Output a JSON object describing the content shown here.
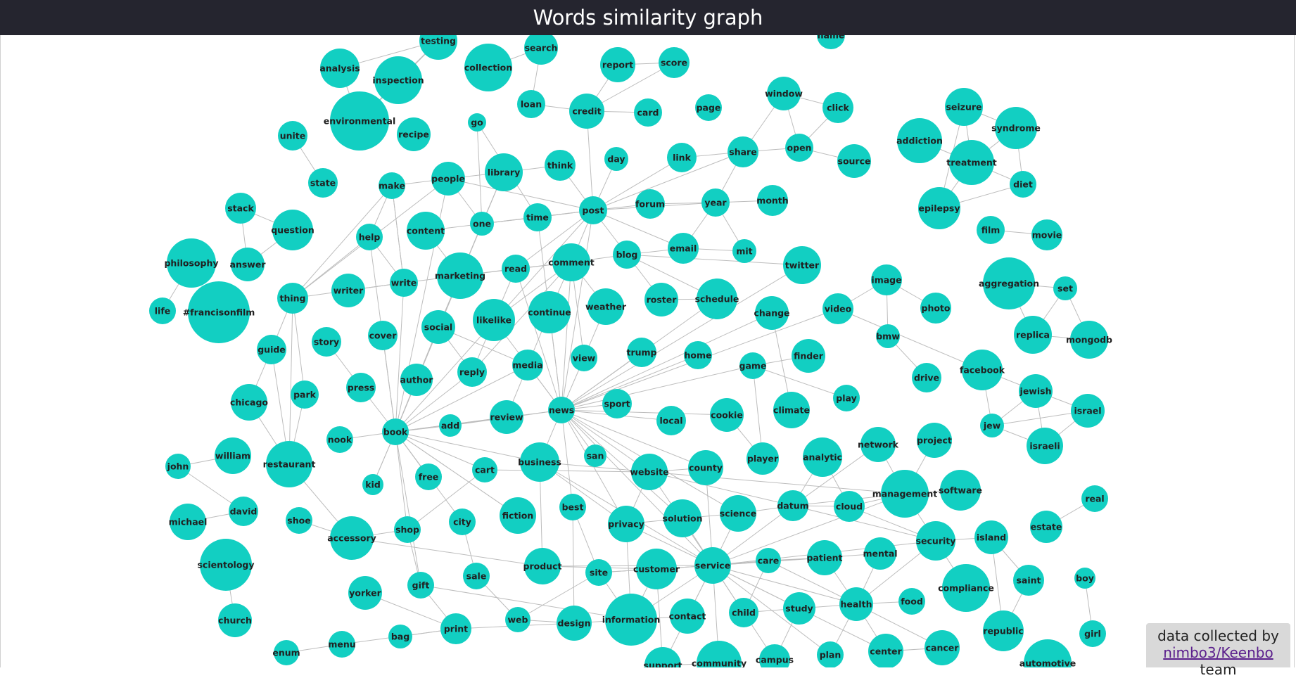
{
  "title": "Words similarity graph",
  "credit": {
    "prefix": "data collected by",
    "link_text": "nimbo3/Keenbo",
    "suffix": " team"
  },
  "colors": {
    "node": "#12cfc2",
    "edge": "#bdbdbd",
    "header": "#25252f"
  },
  "graph": {
    "nodes": [
      {
        "id": "testing"
      },
      {
        "id": "analysis"
      },
      {
        "id": "inspection"
      },
      {
        "id": "environmental"
      },
      {
        "id": "collection"
      },
      {
        "id": "search"
      },
      {
        "id": "report"
      },
      {
        "id": "score"
      },
      {
        "id": "name"
      },
      {
        "id": "loan"
      },
      {
        "id": "credit"
      },
      {
        "id": "card"
      },
      {
        "id": "page"
      },
      {
        "id": "window"
      },
      {
        "id": "click"
      },
      {
        "id": "seizure"
      },
      {
        "id": "syndrome"
      },
      {
        "id": "addiction"
      },
      {
        "id": "treatment"
      },
      {
        "id": "unite"
      },
      {
        "id": "recipe"
      },
      {
        "id": "go"
      },
      {
        "id": "day"
      },
      {
        "id": "link"
      },
      {
        "id": "share"
      },
      {
        "id": "open"
      },
      {
        "id": "source"
      },
      {
        "id": "state"
      },
      {
        "id": "make"
      },
      {
        "id": "people"
      },
      {
        "id": "library"
      },
      {
        "id": "think"
      },
      {
        "id": "diet"
      },
      {
        "id": "epilepsy"
      },
      {
        "id": "stack"
      },
      {
        "id": "question"
      },
      {
        "id": "help"
      },
      {
        "id": "content"
      },
      {
        "id": "one"
      },
      {
        "id": "time"
      },
      {
        "id": "post"
      },
      {
        "id": "forum"
      },
      {
        "id": "year"
      },
      {
        "id": "month"
      },
      {
        "id": "film"
      },
      {
        "id": "movie"
      },
      {
        "id": "philosophy"
      },
      {
        "id": "answer"
      },
      {
        "id": "email"
      },
      {
        "id": "mit"
      },
      {
        "id": "twitter"
      },
      {
        "id": "read"
      },
      {
        "id": "comment"
      },
      {
        "id": "blog"
      },
      {
        "id": "aggregation"
      },
      {
        "id": "set"
      },
      {
        "id": "image"
      },
      {
        "id": "write"
      },
      {
        "id": "writer"
      },
      {
        "id": "marketing"
      },
      {
        "id": "thing"
      },
      {
        "id": "life"
      },
      {
        "id": "#francisonfilm"
      },
      {
        "id": "roster"
      },
      {
        "id": "schedule"
      },
      {
        "id": "weather"
      },
      {
        "id": "continue"
      },
      {
        "id": "likelike"
      },
      {
        "id": "change"
      },
      {
        "id": "video"
      },
      {
        "id": "photo"
      },
      {
        "id": "social"
      },
      {
        "id": "story"
      },
      {
        "id": "cover"
      },
      {
        "id": "mongodb"
      },
      {
        "id": "replica"
      },
      {
        "id": "bmw"
      },
      {
        "id": "guide"
      },
      {
        "id": "trump"
      },
      {
        "id": "home"
      },
      {
        "id": "view"
      },
      {
        "id": "finder"
      },
      {
        "id": "media"
      },
      {
        "id": "reply"
      },
      {
        "id": "facebook"
      },
      {
        "id": "author"
      },
      {
        "id": "drive"
      },
      {
        "id": "game"
      },
      {
        "id": "press"
      },
      {
        "id": "park"
      },
      {
        "id": "chicago"
      },
      {
        "id": "jewish"
      },
      {
        "id": "news"
      },
      {
        "id": "sport"
      },
      {
        "id": "play"
      },
      {
        "id": "climate"
      },
      {
        "id": "cookie"
      },
      {
        "id": "israel"
      },
      {
        "id": "review"
      },
      {
        "id": "local"
      },
      {
        "id": "add"
      },
      {
        "id": "book"
      },
      {
        "id": "nook"
      },
      {
        "id": "jew"
      },
      {
        "id": "project"
      },
      {
        "id": "network"
      },
      {
        "id": "israeli"
      },
      {
        "id": "william"
      },
      {
        "id": "restaurant"
      },
      {
        "id": "analytic"
      },
      {
        "id": "player"
      },
      {
        "id": "san"
      },
      {
        "id": "business"
      },
      {
        "id": "john"
      },
      {
        "id": "cart"
      },
      {
        "id": "county"
      },
      {
        "id": "website"
      },
      {
        "id": "free"
      },
      {
        "id": "kid"
      },
      {
        "id": "software"
      },
      {
        "id": "management"
      },
      {
        "id": "real"
      },
      {
        "id": "datum"
      },
      {
        "id": "cloud"
      },
      {
        "id": "science"
      },
      {
        "id": "best"
      },
      {
        "id": "david"
      },
      {
        "id": "fiction"
      },
      {
        "id": "solution"
      },
      {
        "id": "estate"
      },
      {
        "id": "michael"
      },
      {
        "id": "shoe"
      },
      {
        "id": "city"
      },
      {
        "id": "privacy"
      },
      {
        "id": "shop"
      },
      {
        "id": "accessory"
      },
      {
        "id": "island"
      },
      {
        "id": "security"
      },
      {
        "id": "mental"
      },
      {
        "id": "patient"
      },
      {
        "id": "care"
      },
      {
        "id": "scientology"
      },
      {
        "id": "product"
      },
      {
        "id": "service"
      },
      {
        "id": "customer"
      },
      {
        "id": "site"
      },
      {
        "id": "sale"
      },
      {
        "id": "boy"
      },
      {
        "id": "saint"
      },
      {
        "id": "gift"
      },
      {
        "id": "yorker"
      },
      {
        "id": "compliance"
      },
      {
        "id": "food"
      },
      {
        "id": "health"
      },
      {
        "id": "study"
      },
      {
        "id": "child"
      },
      {
        "id": "contact"
      },
      {
        "id": "information"
      },
      {
        "id": "design"
      },
      {
        "id": "web"
      },
      {
        "id": "church"
      },
      {
        "id": "print"
      },
      {
        "id": "bag"
      },
      {
        "id": "girl"
      },
      {
        "id": "republic"
      },
      {
        "id": "cancer"
      },
      {
        "id": "center"
      },
      {
        "id": "plan"
      },
      {
        "id": "campus"
      },
      {
        "id": "community"
      },
      {
        "id": "support"
      },
      {
        "id": "menu"
      },
      {
        "id": "enum"
      },
      {
        "id": "automotive"
      }
    ]
  }
}
